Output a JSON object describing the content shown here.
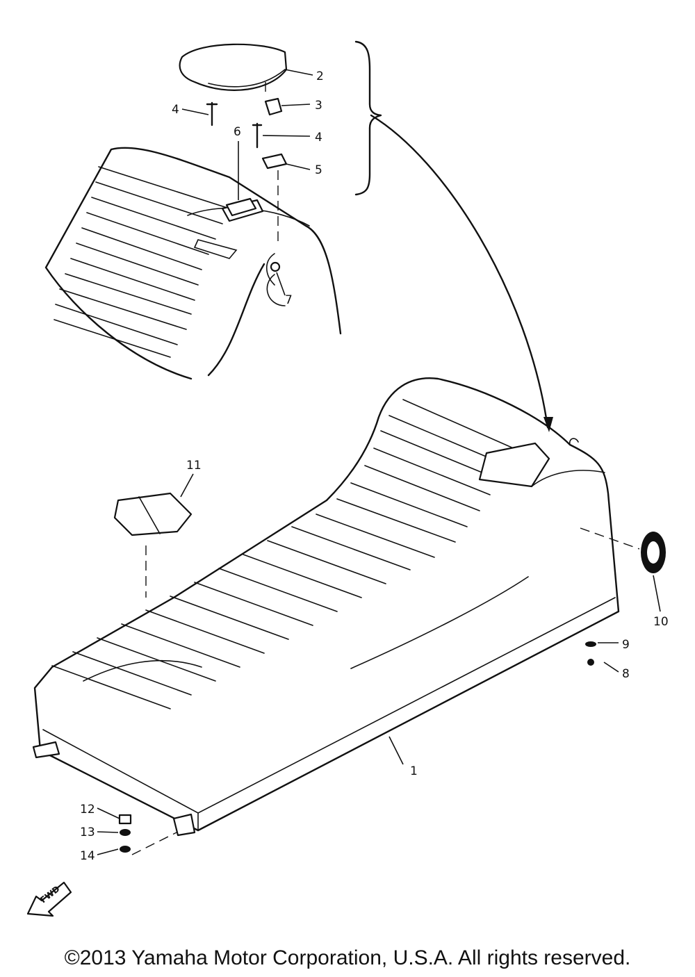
{
  "callouts": [
    {
      "id": "1",
      "text": "1"
    },
    {
      "id": "2",
      "text": "2"
    },
    {
      "id": "3",
      "text": "3"
    },
    {
      "id": "4a",
      "text": "4"
    },
    {
      "id": "4b",
      "text": "4"
    },
    {
      "id": "5",
      "text": "5"
    },
    {
      "id": "6",
      "text": "6"
    },
    {
      "id": "7",
      "text": "7"
    },
    {
      "id": "8",
      "text": "8"
    },
    {
      "id": "9",
      "text": "9"
    },
    {
      "id": "10",
      "text": "10"
    },
    {
      "id": "11",
      "text": "11"
    },
    {
      "id": "12",
      "text": "12"
    },
    {
      "id": "13",
      "text": "13"
    },
    {
      "id": "14",
      "text": "14"
    }
  ],
  "fwd_label": "FWD",
  "copyright": "©2013 Yamaha Motor Corporation, U.S.A. All rights reserved."
}
